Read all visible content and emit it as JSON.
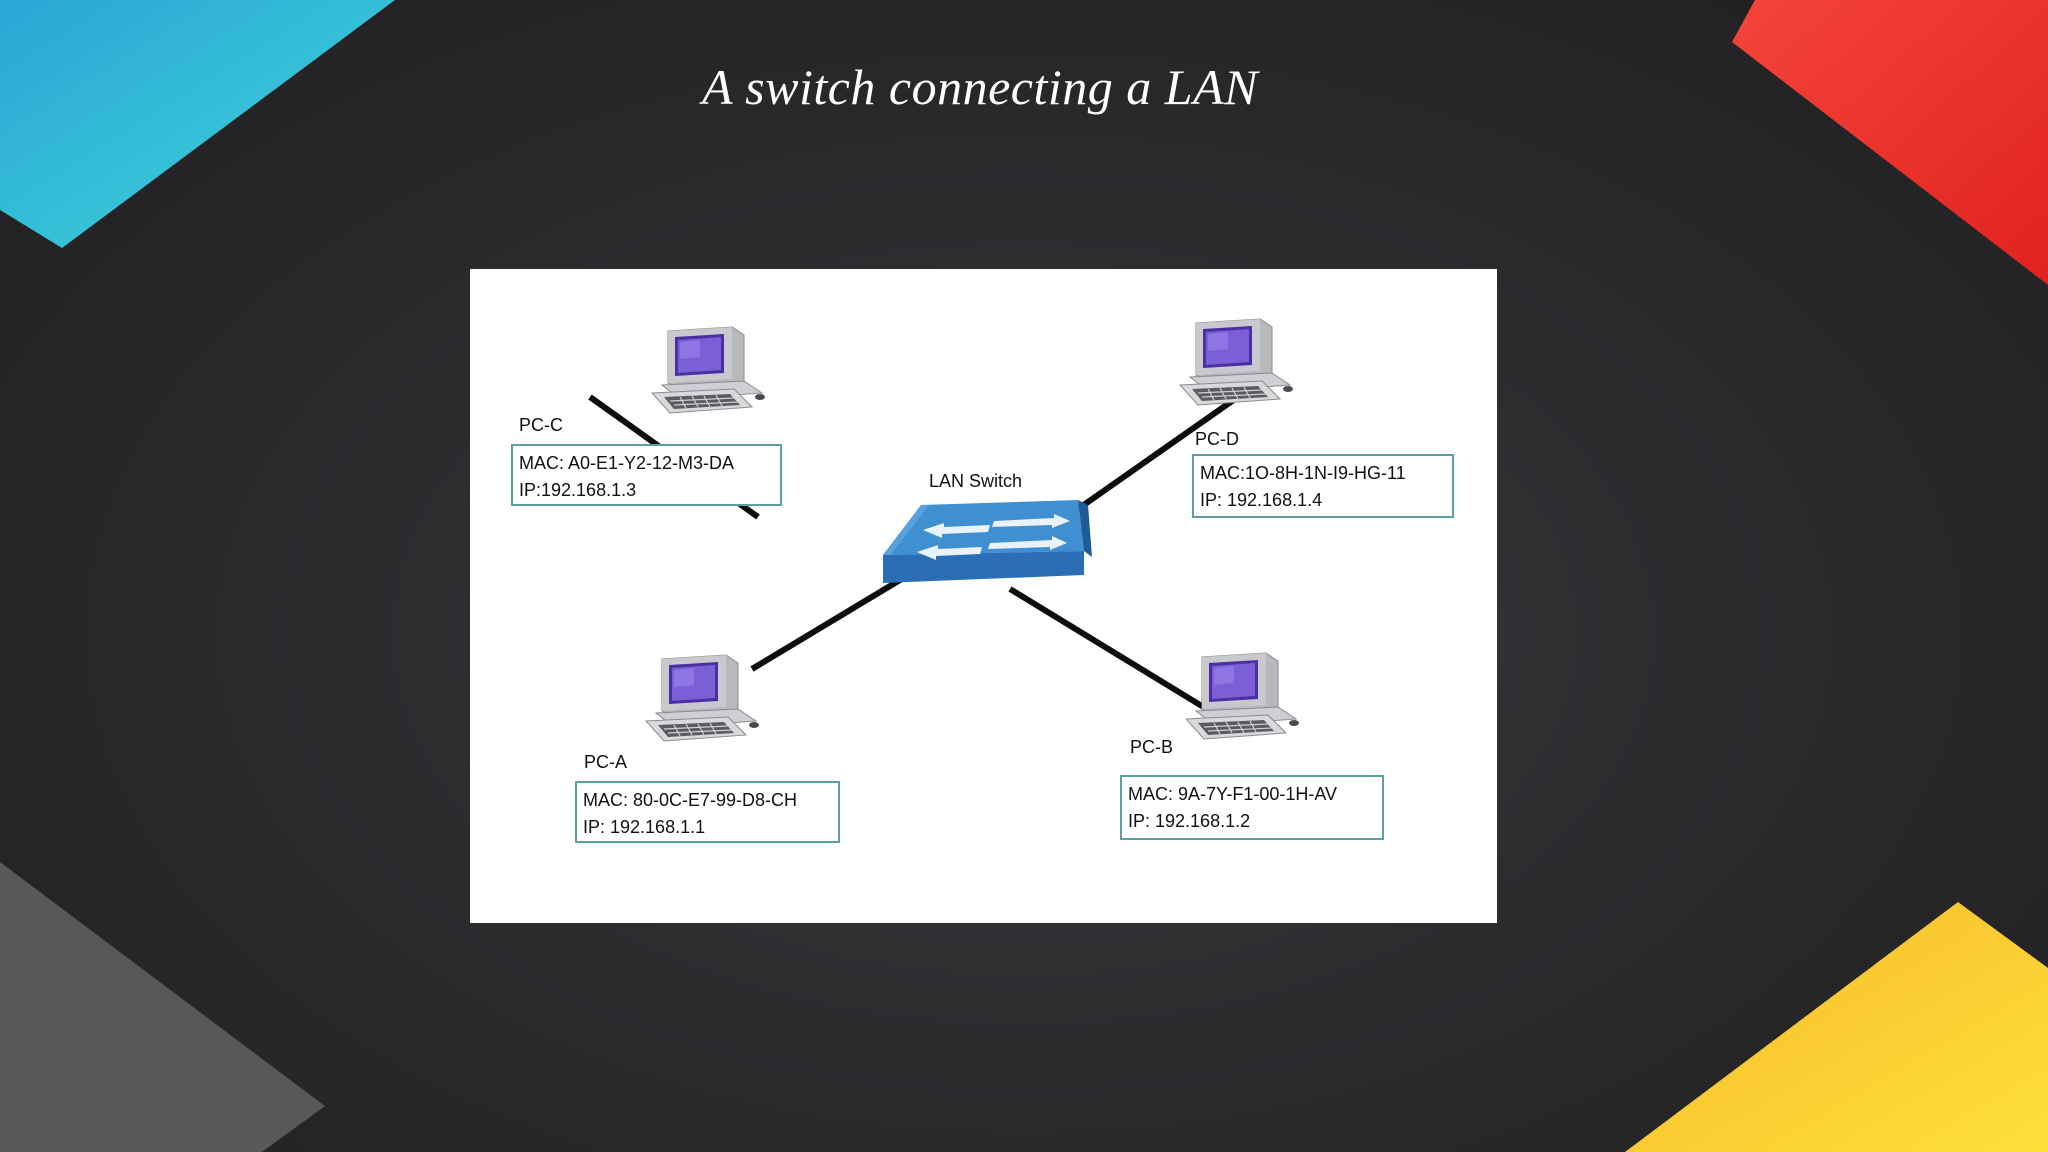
{
  "title": "A switch connecting a LAN",
  "colors": {
    "corner_top_left": "#2ec4d8",
    "corner_top_right": "#f0332e",
    "corner_bottom_right": "#f9c62b",
    "corner_bottom_left": "#5a5a5c",
    "switch_blue": "#3b86c8",
    "box_border": "#5d9ea2"
  },
  "diagram": {
    "switch": {
      "label": "LAN Switch",
      "icon": "network-switch-icon"
    },
    "computers": [
      {
        "id": "pc-c",
        "name": "PC-C",
        "mac": "MAC: A0-E1-Y2-12-M3-DA",
        "ip": "IP:192.168.1.3",
        "icon": "desktop-computer-icon"
      },
      {
        "id": "pc-d",
        "name": "PC-D",
        "mac": "MAC:1O-8H-1N-I9-HG-11",
        "ip": "IP: 192.168.1.4",
        "icon": "desktop-computer-icon"
      },
      {
        "id": "pc-a",
        "name": "PC-A",
        "mac": "MAC: 80-0C-E7-99-D8-CH",
        "ip": "IP: 192.168.1.1",
        "icon": "desktop-computer-icon"
      },
      {
        "id": "pc-b",
        "name": "PC-B",
        "mac": "MAC: 9A-7Y-F1-00-1H-AV",
        "ip": "IP: 192.168.1.2",
        "icon": "desktop-computer-icon"
      }
    ]
  }
}
